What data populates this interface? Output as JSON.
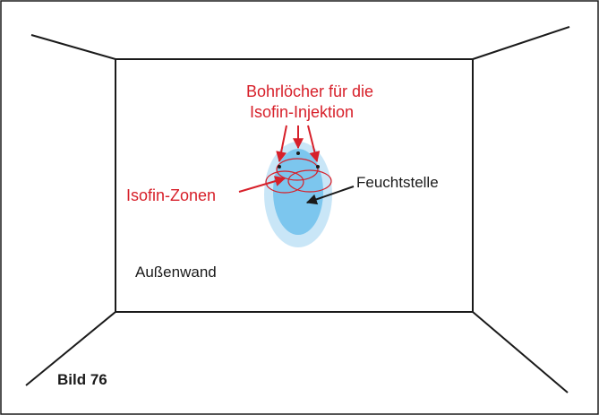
{
  "labels": {
    "holes_line1": "Bohrlöcher für die",
    "holes_line2": "Isofin-Injektion",
    "zones": "Isofin-Zonen",
    "damp_spot": "Feuchtstelle",
    "wall": "Außenwand",
    "figure": "Bild 76"
  },
  "colors": {
    "annotation_red": "#d7202a",
    "damp_outer": "#c9e6f7",
    "damp_inner": "#7cc6ee",
    "line": "#1a1a1a"
  }
}
